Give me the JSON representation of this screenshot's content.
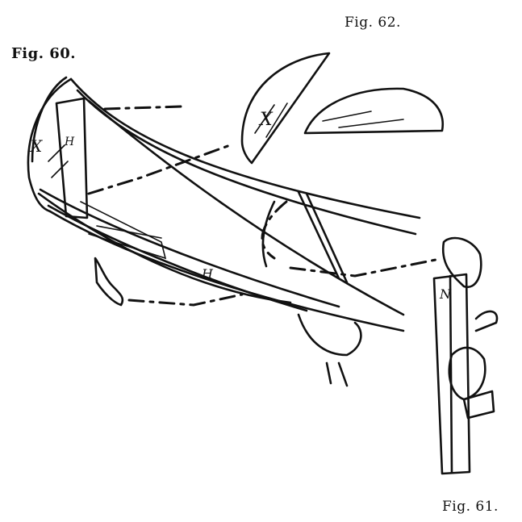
{
  "captions": {
    "fig60": "Fig. 60.",
    "fig61": "Fig. 61.",
    "fig62": "Fig. 62."
  },
  "marks": {
    "x1": "X",
    "x2": "X",
    "h1": "H",
    "h2": "H",
    "n1": "N"
  },
  "colors": {
    "ink": "#111111",
    "paper": "#ffffff"
  }
}
